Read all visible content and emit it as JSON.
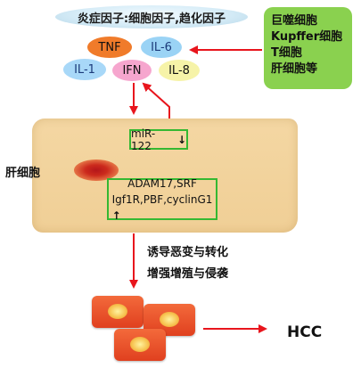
{
  "header": {
    "title": "炎症因子:细胞因子,趋化因子"
  },
  "cytokines": {
    "tnf": "TNF",
    "il6": "IL-6",
    "il1": "IL-1",
    "ifn": "IFN",
    "il8": "IL-8"
  },
  "source_cells": {
    "lines": [
      "巨噬细胞",
      "Kupffer细胞",
      "T细胞",
      "肝细胞等"
    ]
  },
  "liver_cell": {
    "label": "肝细胞"
  },
  "mirna": {
    "label": "miR-122",
    "trend": "↓"
  },
  "targets": {
    "line1": "ADAM17,SRF",
    "line2": "Igf1R,PBF,cyclinG1",
    "trend": "↑"
  },
  "effects": {
    "line1": "诱导恶变与转化",
    "line2": "增强增殖与侵袭"
  },
  "outcome": {
    "label": "HCC"
  },
  "colors": {
    "arrow": "#e8151d",
    "box_border": "#35b832",
    "macro_bg": "#8ad14f",
    "liver_bg": "#f0cf96",
    "cell": "#e8502a"
  }
}
